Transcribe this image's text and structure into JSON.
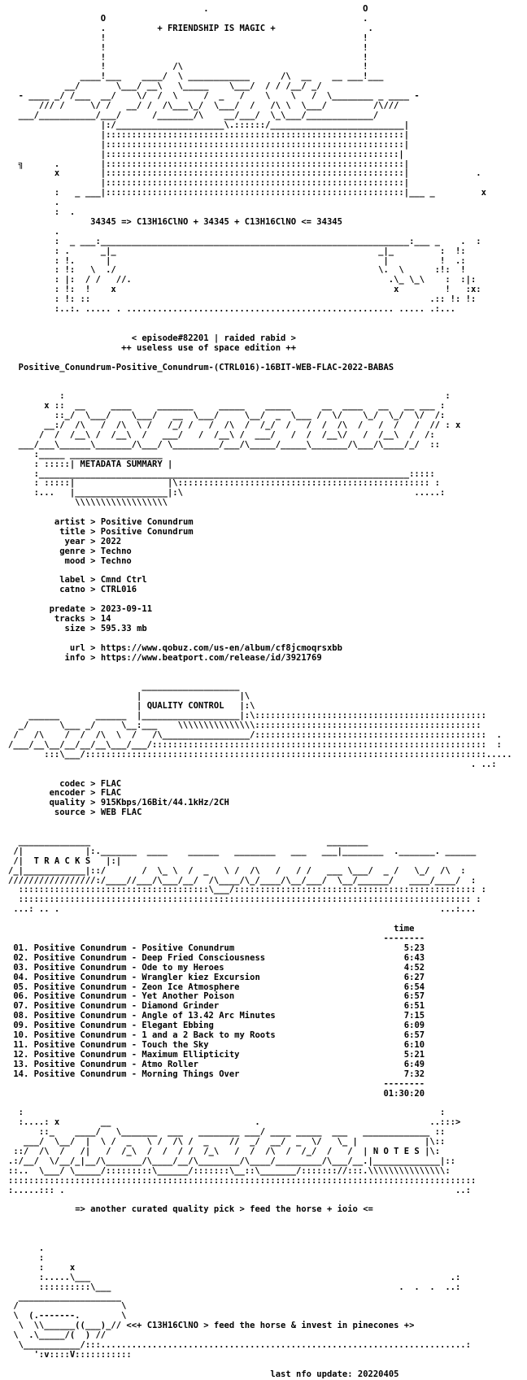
{
  "header": {
    "art": "                                      .                              O\n                  O                                                  .\n                  .          + FRIENDSHIP IS MAGIC +                  .\n                  !                                                  !\n                  !                                                  !\n                  !                                                  !\n                  !             /\\                                   !\n              ____!___    ____/  \\ ____________      /\\  __    __ ___!___\n           __/       \\___/ __\\   \\_____    \\___/  / / /__/ _/\n  - ____ _/ /___  __/    \\/  /  \\     /  _   /    \\    \\   /  \\________ _ ____ -\n      /// /     \\/ /   __/ /  /\\___\\_/  \\___/  /   /\\ \\  \\___/         /\\///\n  ___/___________/___/      /_______/\\    __/___/  \\_\\___/_____________/\n                  |:/_____________________\\.::::::/__________________________|\n                  |::::::::::::::::::::::::::::::::::::::::::::::::::::::::::|\n                  |::::::::::::::::::::::::::::::::::::::::::::::::::::::::::|\n                  |:::::::::::::::::::::::::::::::::::::::::::::::::::::::::|\n  ╗      .        |::::::::::::::::::::::::::::::::::::::::::::::::::::::::::|\n         x        |::::::::::::::::::::::::::::::::::::::::::::::::::::::::::|             .\n                  |::::::::::::::::::::::::::::::::::::::::::::::::::::::::::|\n         :   _ ___|::::::::::::::::::::::::::::::::::::::::::::::::::::::::::|___ _         x\n         .\n         :  .",
    "equation": "34345 => C13H16ClNO + 34345 + C13H16ClNO <= 34345",
    "art_bottom": "         .\n         :  _ ___:____________________________________________________________:___ _    .  :\n         : .      _|_                                                   _|_         :  !:\n         : !.      |                                                     |          !  .:\n         : !:   \\  ./                                                   \\.  \\      :!:  !\n         : |:  / /   //.                                                  .\\_ \\_\\    :  :|:\n         : !:  !    x                                                      x         !   :x:\n         : !: ::                                                                  .:: !: !:\n         :..:. ..... . .................................................... ..... .:...",
    "episode_line": "< episode#82201 | raided rabid >",
    "edition_line": "++ useless use of space edition ++",
    "release_name": "Positive_Conundrum-Positive_Conundrum-(CTRL016)-16BIT-WEB-FLAC-2022-BABAS"
  },
  "metadata_section": {
    "banner_top": "          :                                                                          :\n       x ::  __     ____     _______     _____    _____      __  ____   __   __ ___ :\n         ::_/  \\___/    \\___/   __  \\___/     \\__/  _  \\___ /  \\/    \\_/  \\_/  \\/  /:\n       __:/  /\\   /  /\\  \\ /   /_/ /   /  /\\  /  /_/  /   /  /  /\\  /   /  /   /  // : x\n      /  /  /__\\ /  /__\\  /   ___/   /  /__\\ /  ___/   /  /  /__\\/   /  /__\\  /  /:\n  ___/___\\______\\_______/\\___/ \\_________/___/\\_____/_____\\_______/\\___/\\____/_/  ::",
    "heading": "METADATA SUMMARY",
    "banner_bottom": "     :________________________________________________________________________:::::\n     : :::::|                  |\\::::::::::::::::::::::::::::::::::::::::::::::::: :\n     :...   |__________________|:\\                                             .....:\n             \\\\\\\\\\\\\\\\\\\\\\\\\\\\\\\\\\\\",
    "fields": [
      {
        "key": "artist",
        "value": "Positive Conundrum"
      },
      {
        "key": "title",
        "value": "Positive Conundrum"
      },
      {
        "key": "year",
        "value": "2022"
      },
      {
        "key": "genre",
        "value": "Techno"
      },
      {
        "key": "mood",
        "value": "Techno"
      },
      {
        "key": "",
        "value": ""
      },
      {
        "key": "label",
        "value": "Cmnd Ctrl"
      },
      {
        "key": "catno",
        "value": "CTRL016"
      },
      {
        "key": "",
        "value": ""
      },
      {
        "key": "predate",
        "value": "2023-09-11"
      },
      {
        "key": "tracks",
        "value": "14"
      },
      {
        "key": "size",
        "value": "595.33 mb"
      },
      {
        "key": "",
        "value": ""
      },
      {
        "key": "url",
        "value": "https://www.qobuz.com/us-en/album/cf8jcmoqrsxbb"
      },
      {
        "key": "info",
        "value": "https://www.beatport.com/release/id/3921769"
      }
    ]
  },
  "quality_section": {
    "banner_top": "                          ___________________\n                         |                   |\\",
    "heading": "QUALITY CONTROL",
    "banner_bottom": "    ______       ______  |___________________|:\\:::::::::::::::::::::::::::::::::::::::::::::\n  _/      \\___ _/     \\__:___    \\\\\\\\\\\\\\\\\\\\\\\\\\\\\\::::::::::::::::::::::::::::::::::::::::::::\n /   /\\    /  /  /\\  \\  /   /\\_________________/:::::::::::::::::::::::::::::::::::::::::::::  .\n/___/__\\__/__/__/__\\___/___/:::::::::::::::::::::::::::::::::::::::::::::::::::::::::::::::::  :\n       :::\\___/::::::::::::::::::::::::::::::::::::::::::::::::::::::::::::::::::::::::::::::.....\n                                                                                          . ..:",
    "fields": [
      {
        "key": "codec",
        "value": "FLAC"
      },
      {
        "key": "encoder",
        "value": "FLAC"
      },
      {
        "key": "quality",
        "value": "915Kbps/16Bit/44.1kHz/2CH"
      },
      {
        "key": "source",
        "value": "WEB FLAC"
      }
    ]
  },
  "tracks_section": {
    "banner_top": "  ______________                                              ________\n /|            |:._______  ____    ______   ________   ___   ___|________  ._______. ______",
    "heading": "T R A C K S",
    "banner_bottom": "/_|____________|::/       /  \\_ \\  /  _   \\ /  /\\   /   / /   ___ \\___/  _ /   \\_/  /\\  :\n/////////////////:/____//___/\\___/__/  /\\____/\\_/____/\\__/___/  \\__/______/   ____/____/  :\n  :::::::::::::::::::::::::::::::::::::\\___/::::::::::::::::::::::::::::::::::::::::::::::: :\n  :::::::::::::::::::::::::::::::::::::::::::::::::::::::::::::::::::::::::::::::::::::::: :\n ...: .. .                                                                          ...:...",
    "time_header": "time",
    "rule": "--------",
    "tracks": [
      {
        "num": "01.",
        "title": "Positive Conundrum - Positive Conundrum",
        "time": "5:23"
      },
      {
        "num": "02.",
        "title": "Positive Conundrum - Deep Fried Consciousness",
        "time": "6:43"
      },
      {
        "num": "03.",
        "title": "Positive Conundrum - Ode to my Heroes",
        "time": "4:52"
      },
      {
        "num": "04.",
        "title": "Positive Conundrum - Wrangler kiez Excursion",
        "time": "6:27"
      },
      {
        "num": "05.",
        "title": "Positive Conundrum - Zeon Ice Atmosphere",
        "time": "6:54"
      },
      {
        "num": "06.",
        "title": "Positive Conundrum - Yet Another Poison",
        "time": "6:57"
      },
      {
        "num": "07.",
        "title": "Positive Conundrum - Diamond Grinder",
        "time": "6:51"
      },
      {
        "num": "08.",
        "title": "Positive Conundrum - Angle of 13.42 Arc Minutes",
        "time": "7:15"
      },
      {
        "num": "09.",
        "title": "Positive Conundrum - Elegant Ebbing",
        "time": "6:09"
      },
      {
        "num": "10.",
        "title": "Positive Conundrum - 1 and a 2 Back to my Roots",
        "time": "6:57"
      },
      {
        "num": "11.",
        "title": "Positive Conundrum - Touch the Sky",
        "time": "6:10"
      },
      {
        "num": "12.",
        "title": "Positive Conundrum - Maximum Ellipticity",
        "time": "5:21"
      },
      {
        "num": "13.",
        "title": "Positive Conundrum - Atmo Roller",
        "time": "6:49"
      },
      {
        "num": "14.",
        "title": "Positive Conundrum - Morning Things Over",
        "time": "7:32"
      }
    ],
    "total": "01:30:20"
  },
  "notes_section": {
    "banner_top": "  :                                                                                 :\n  :....: x        __                            .                                 ..:::>\n      ::_    ____/   \\_______  ___   ________ ___/ ____ _____  ___   _____________ ::\n   ___/  \\__/  |  \\ /  _   \\ /  /\\ /  _    //  _/  __/  _  \\/   \\_ |             |\\::\n ::/  /\\  /   /|   /  /_\\  /  /  / /  /_\\   /  /  /\\  /  /_/  /   /  |",
    "heading": "N O T E S",
    "banner_bottom": ".:/__/  \\/__/_|__/\\_______/\\____/__/\\________/\\____/_________/\\___/__.|_____________|::\n::..  \\___/ \\_____/:::::::::\\______/:::::::\\__::\\_______/::::::://:::.\\\\\\\\\\\\\\\\\\\\\\\\\\\\\\:\n:::::::::::::::::::::::::::::::::::::::::::::::::::::::::::::::::::::::::::::::::::::::::::\n:.....::: .                                                                            ..:",
    "line": "=> another curated quality pick > feed the horse + ioio <="
  },
  "footer": {
    "art_top": "      .\n      :\n      :     x\n      :.....\\___                                                                      .:\n      ::::::::::\\___                                                        .  .  .  ..:",
    "art_mid_left": "  ____________________\n /                    \\",
    "pinecone_line": "<<+ C13H16ClNO > feed the horse & invest in pinecones +>",
    "art_bottom": " \\  .\\_____/(  ) //\n  \\___________/:::.......................................................................:\n     ':v::::V:::::::::::",
    "update_label": "last nfo update:",
    "update_value": "20220405"
  }
}
